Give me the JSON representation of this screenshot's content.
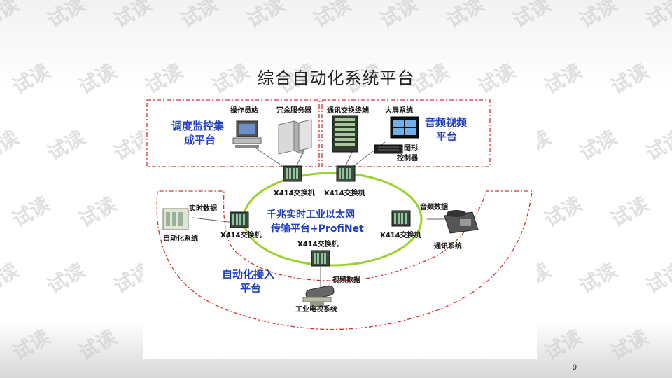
{
  "slide": {
    "title": "综合自动化系统平台",
    "page_number": "9",
    "watermark": "试读"
  },
  "diagram": {
    "top_left_group": "调度监控集成平台",
    "top_left_group_line1": "调度监控集",
    "top_left_group_line2": "成平台",
    "operator_station": "操作员站",
    "redundant_server": "冗余服务器",
    "comm_terminal": "通讯交换终端",
    "big_screen": "大屏系统",
    "graphics_controller_line1": "图形",
    "graphics_controller_line2": "控制器",
    "av_platform_line1": "音频视频",
    "av_platform_line2": "平台",
    "ring_line1": "千兆实时工业以太网",
    "ring_line2": "传输平台+ProfiNet",
    "switch_label": "X414交换机",
    "realtime_data": "实时数据",
    "automation_system": "自动化系统",
    "audio_data": "音频数据",
    "comm_system": "通讯系统",
    "video_data": "视频数据",
    "cctv_system": "工业电视系统",
    "automation_access_line1": "自动化接入",
    "automation_access_line2": "平台"
  },
  "colors": {
    "ring": "#9bd12e",
    "dashed_border": "#d9302c",
    "blue_text": "#1f3fbf"
  }
}
